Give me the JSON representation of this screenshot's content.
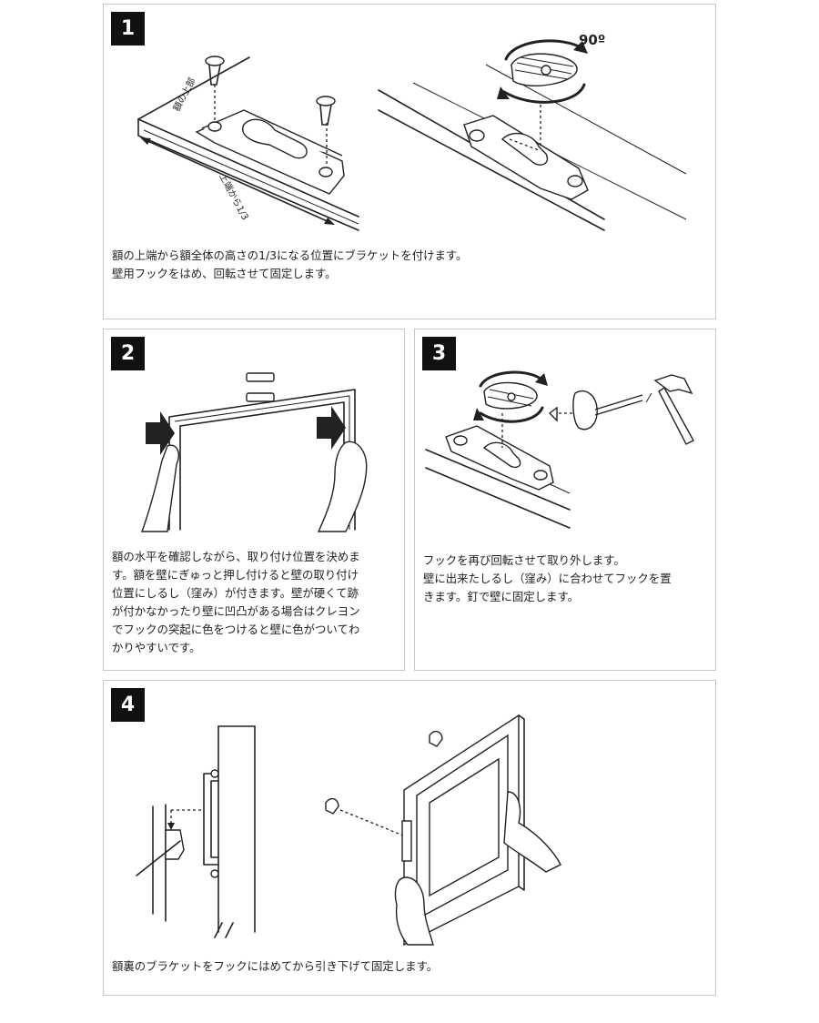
{
  "steps": [
    {
      "number": "1",
      "labels": {
        "frame_top": "額の上部",
        "third": "上端から1/3",
        "rotation": "90º"
      },
      "lines": [
        "額の上端から額全体の高さの1/3になる位置にブラケットを付けます。",
        "壁用フックをはめ、回転させて固定します。"
      ]
    },
    {
      "number": "2",
      "lines": [
        "額の水平を確認しながら、取り付け位置を決めま",
        "す。額を壁にぎゅっと押し付けると壁の取り付け",
        "位置にしるし（窪み）が付きます。壁が硬くて跡",
        "が付かなかったり壁に凹凸がある場合はクレヨン",
        "でフックの突起に色をつけると壁に色がついてわ",
        "かりやすいです。"
      ]
    },
    {
      "number": "3",
      "lines": [
        "フックを再び回転させて取り外します。",
        "壁に出来たしるし（窪み）に合わせてフックを置",
        "きます。釘で壁に固定します。"
      ]
    },
    {
      "number": "4",
      "lines": [
        "額裏のブラケットをフックにはめてから引き下げて固定します。"
      ]
    }
  ]
}
